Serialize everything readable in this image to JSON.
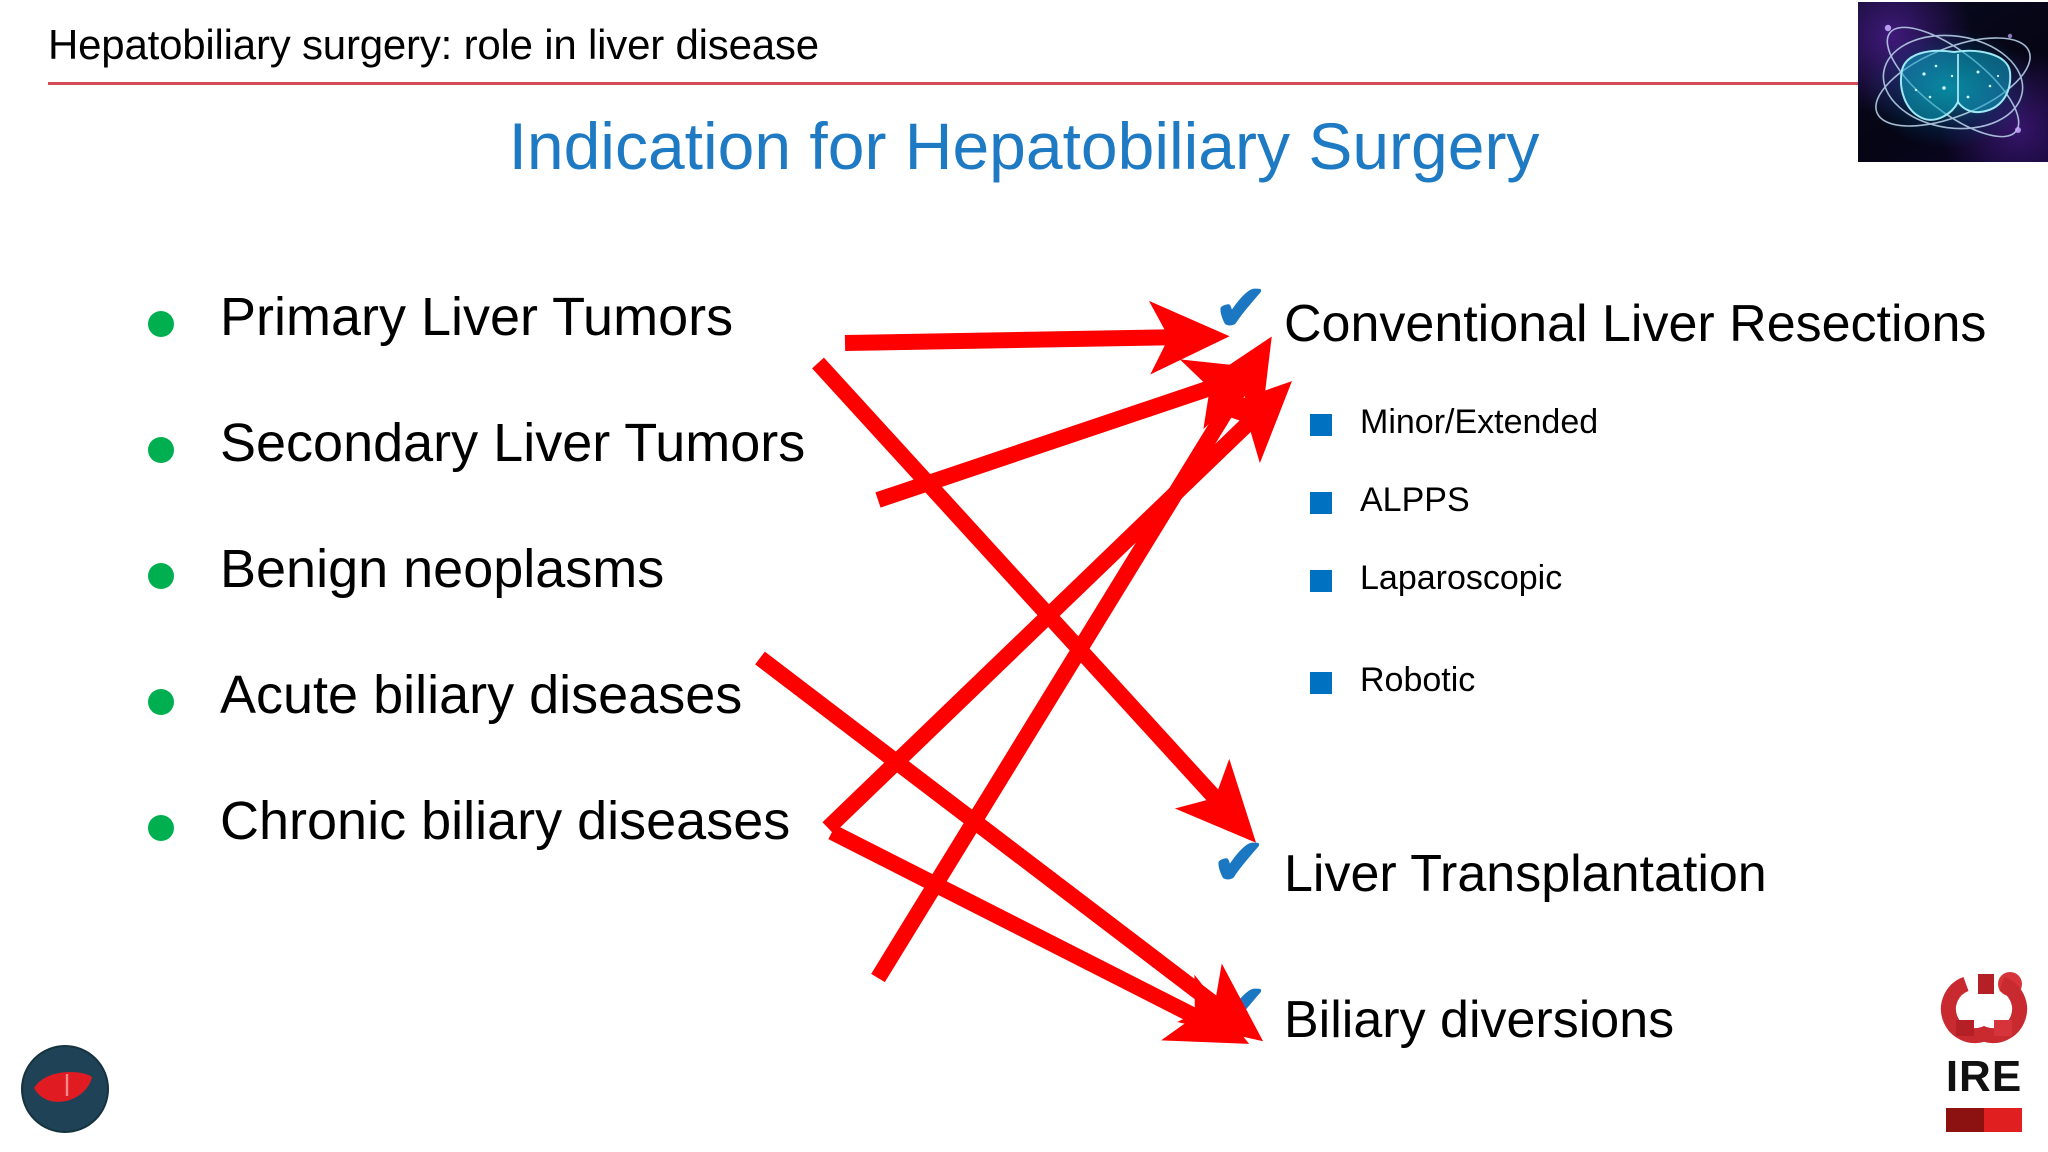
{
  "header": {
    "title": "Hepatobiliary surgery: role in liver disease",
    "rule_color": "#D14D57"
  },
  "slide": {
    "title": "Indication for Hepatobiliary Surgery",
    "title_color": "#1F7AC4",
    "background_color": "#FFFFFF"
  },
  "left_column": {
    "bullet_color": "#00B050",
    "items": [
      {
        "label": "Primary Liver Tumors"
      },
      {
        "label": "Secondary Liver Tumors"
      },
      {
        "label": "Benign neoplasms"
      },
      {
        "label": "Acute biliary diseases"
      },
      {
        "label": "Chronic biliary diseases"
      }
    ]
  },
  "right_column": {
    "check_color": "#1C77C3",
    "sub_bullet_color": "#0070C0",
    "groups": [
      {
        "heading": "Conventional Liver Resections",
        "check": "✔",
        "sub_items": [
          {
            "label": "Minor/Extended"
          },
          {
            "label": "ALPPS"
          },
          {
            "label": "Laparoscopic"
          },
          {
            "label": "Robotic"
          }
        ]
      },
      {
        "heading": "Liver Transplantation",
        "check": "✔",
        "sub_items": []
      },
      {
        "heading": "Biliary diversions",
        "check": "✔",
        "sub_items": []
      }
    ]
  },
  "arrows": {
    "color": "#FF0000",
    "connections": [
      {
        "from": "Primary Liver Tumors",
        "to": "Conventional Liver Resections"
      },
      {
        "from": "Primary Liver Tumors",
        "to": "Liver Transplantation"
      },
      {
        "from": "Secondary Liver Tumors",
        "to": "Conventional Liver Resections"
      },
      {
        "from": "Benign neoplasms",
        "to": "Biliary diversions"
      },
      {
        "from": "Acute biliary diseases",
        "to": "Conventional Liver Resections"
      },
      {
        "from": "Chronic biliary diseases",
        "to": "Conventional Liver Resections"
      },
      {
        "from": "Chronic biliary diseases",
        "to": "Biliary diversions"
      }
    ]
  },
  "footer": {
    "logo_right_word": "IRE"
  }
}
